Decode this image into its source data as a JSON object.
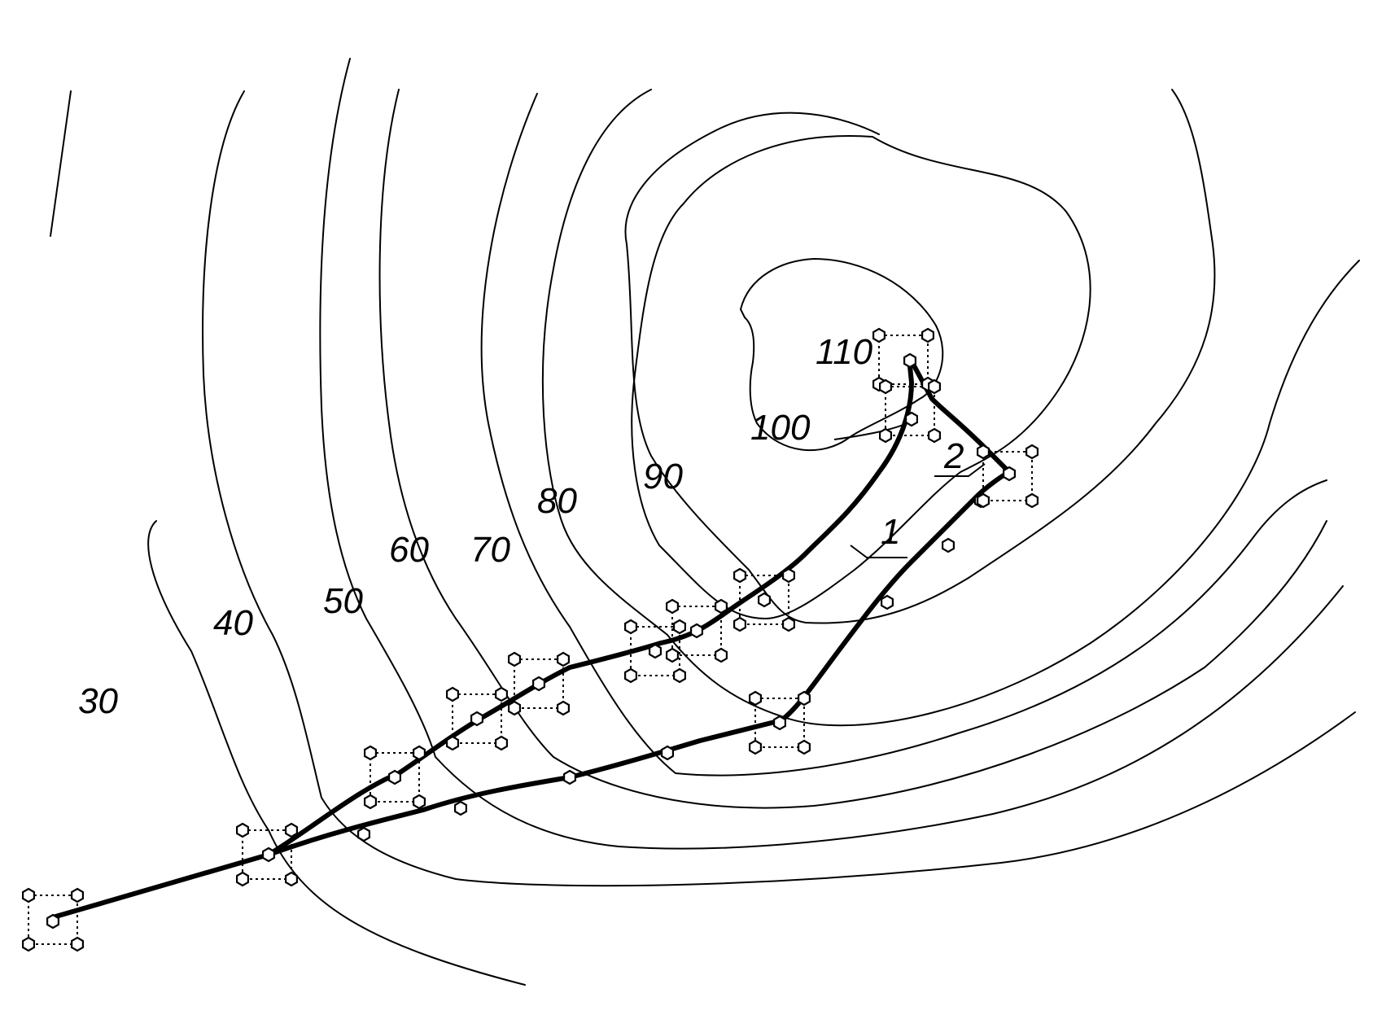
{
  "contour_labels": [
    {
      "id": "c30",
      "text": "30"
    },
    {
      "id": "c40",
      "text": "40"
    },
    {
      "id": "c50",
      "text": "50"
    },
    {
      "id": "c60",
      "text": "60"
    },
    {
      "id": "c70",
      "text": "70"
    },
    {
      "id": "c80",
      "text": "80"
    },
    {
      "id": "c90",
      "text": "90"
    },
    {
      "id": "c100",
      "text": "100"
    },
    {
      "id": "c110",
      "text": "110"
    }
  ],
  "route_labels": {
    "route1": "1",
    "route2": "2"
  },
  "colors": {
    "ink": "#000000",
    "background": "#ffffff"
  }
}
